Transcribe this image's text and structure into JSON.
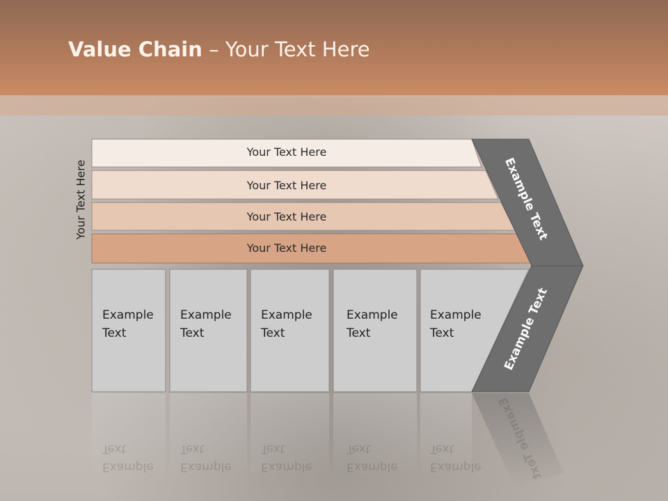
{
  "slide": {
    "title_bold": "Value Chain",
    "title_rest": " – Your Text Here",
    "side_label": "Your Text Here",
    "rows": [
      {
        "label": "Your Text Here",
        "fill": "#f6ece6"
      },
      {
        "label": "Your Text Here",
        "fill": "#efdccf"
      },
      {
        "label": "Your Text Here",
        "fill": "#e6c7b2"
      },
      {
        "label": "Your Text Here",
        "fill": "#d7a486"
      }
    ],
    "boxes": [
      {
        "label": "Example\nText"
      },
      {
        "label": "Example\nText"
      },
      {
        "label": "Example\nText"
      },
      {
        "label": "Example\nText"
      },
      {
        "label": "Example\nText"
      }
    ],
    "arrow_top": "Example Text",
    "arrow_bottom": "Example Text"
  },
  "colors": {
    "header": "#c98c66",
    "arrow": "#6e6e6e",
    "box_fill": "#cdcdcd",
    "box_border": "#8a8a8a"
  }
}
